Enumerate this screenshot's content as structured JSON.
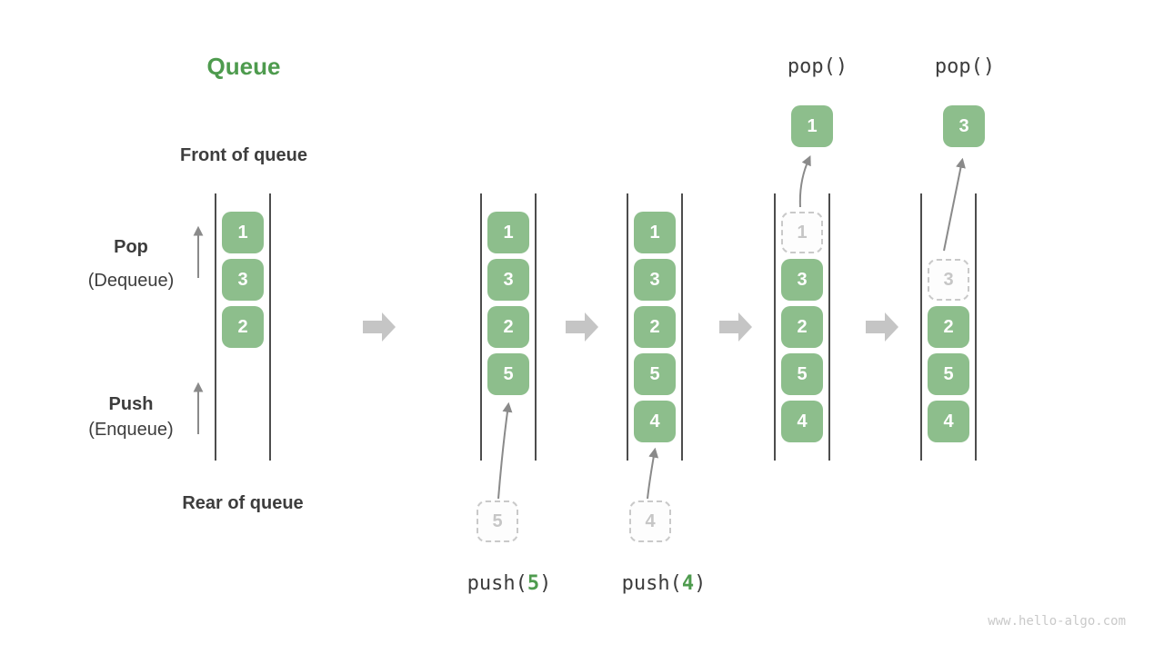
{
  "title": "Queue",
  "labels": {
    "front": "Front of queue",
    "rear": "Rear of queue",
    "pop": "Pop",
    "pop_sub": "(Dequeue)",
    "push": "Push",
    "push_sub": "(Enqueue)"
  },
  "operations": {
    "pop_left": "pop()",
    "pop_right": "pop()",
    "push_5": {
      "fn": "push(",
      "arg": "5",
      "close": ")"
    },
    "push_4": {
      "fn": "push(",
      "arg": "4",
      "close": ")"
    }
  },
  "states": [
    {
      "id": "initial",
      "cells": [
        "1",
        "3",
        "2"
      ]
    },
    {
      "id": "after-push-5",
      "cells": [
        "1",
        "3",
        "2",
        "5"
      ],
      "incoming": "5"
    },
    {
      "id": "after-push-4",
      "cells": [
        "1",
        "3",
        "2",
        "5",
        "4"
      ],
      "incoming": "4"
    },
    {
      "id": "after-pop-1",
      "ghost": "1",
      "cells": [
        "3",
        "2",
        "5",
        "4"
      ],
      "popped": "1"
    },
    {
      "id": "after-pop-3",
      "ghost": "3",
      "cells": [
        "2",
        "5",
        "4"
      ],
      "popped": "3"
    }
  ],
  "watermark": "www.hello-algo.com",
  "colors": {
    "cell_green": "#8dbe8c",
    "accent_green": "#4e9b4e",
    "text_dark": "#3d3d3d",
    "ghost_gray": "#c9c9c9",
    "thin_arrow_gray": "#8a8a8a",
    "block_arrow_gray": "#c5c5c5",
    "rail_gray": "#4d4d4d"
  }
}
